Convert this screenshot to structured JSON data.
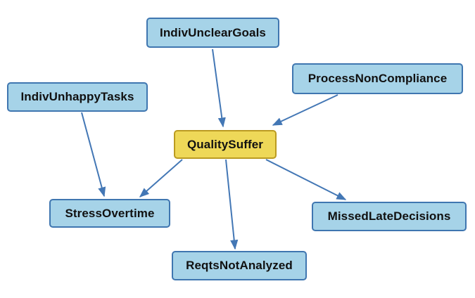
{
  "diagram": {
    "title": "causal-concept-map",
    "nodes": [
      {
        "id": "IndivUnclearGoals",
        "label": "IndivUnclearGoals",
        "emphasis": "normal"
      },
      {
        "id": "ProcessNonCompliance",
        "label": "ProcessNonCompliance",
        "emphasis": "normal"
      },
      {
        "id": "IndivUnhappyTasks",
        "label": "IndivUnhappyTasks",
        "emphasis": "normal"
      },
      {
        "id": "QualitySuffer",
        "label": "QualitySuffer",
        "emphasis": "highlighted"
      },
      {
        "id": "StressOvertime",
        "label": "StressOvertime",
        "emphasis": "normal"
      },
      {
        "id": "ReqtsNotAnalyzed",
        "label": "ReqtsNotAnalyzed",
        "emphasis": "normal"
      },
      {
        "id": "MissedLateDecisions",
        "label": "MissedLateDecisions",
        "emphasis": "normal"
      }
    ],
    "edges": [
      {
        "from": "IndivUnclearGoals",
        "to": "QualitySuffer"
      },
      {
        "from": "ProcessNonCompliance",
        "to": "QualitySuffer"
      },
      {
        "from": "IndivUnhappyTasks",
        "to": "StressOvertime"
      },
      {
        "from": "QualitySuffer",
        "to": "StressOvertime"
      },
      {
        "from": "QualitySuffer",
        "to": "ReqtsNotAnalyzed"
      },
      {
        "from": "QualitySuffer",
        "to": "MissedLateDecisions"
      }
    ],
    "colors": {
      "node_fill": "#a6d3e8",
      "node_border": "#3f76b0",
      "highlight_fill": "#eed858",
      "highlight_border": "#bb9b21",
      "edge": "#4377b5",
      "text": "#111111",
      "background": "#ffffff"
    }
  }
}
